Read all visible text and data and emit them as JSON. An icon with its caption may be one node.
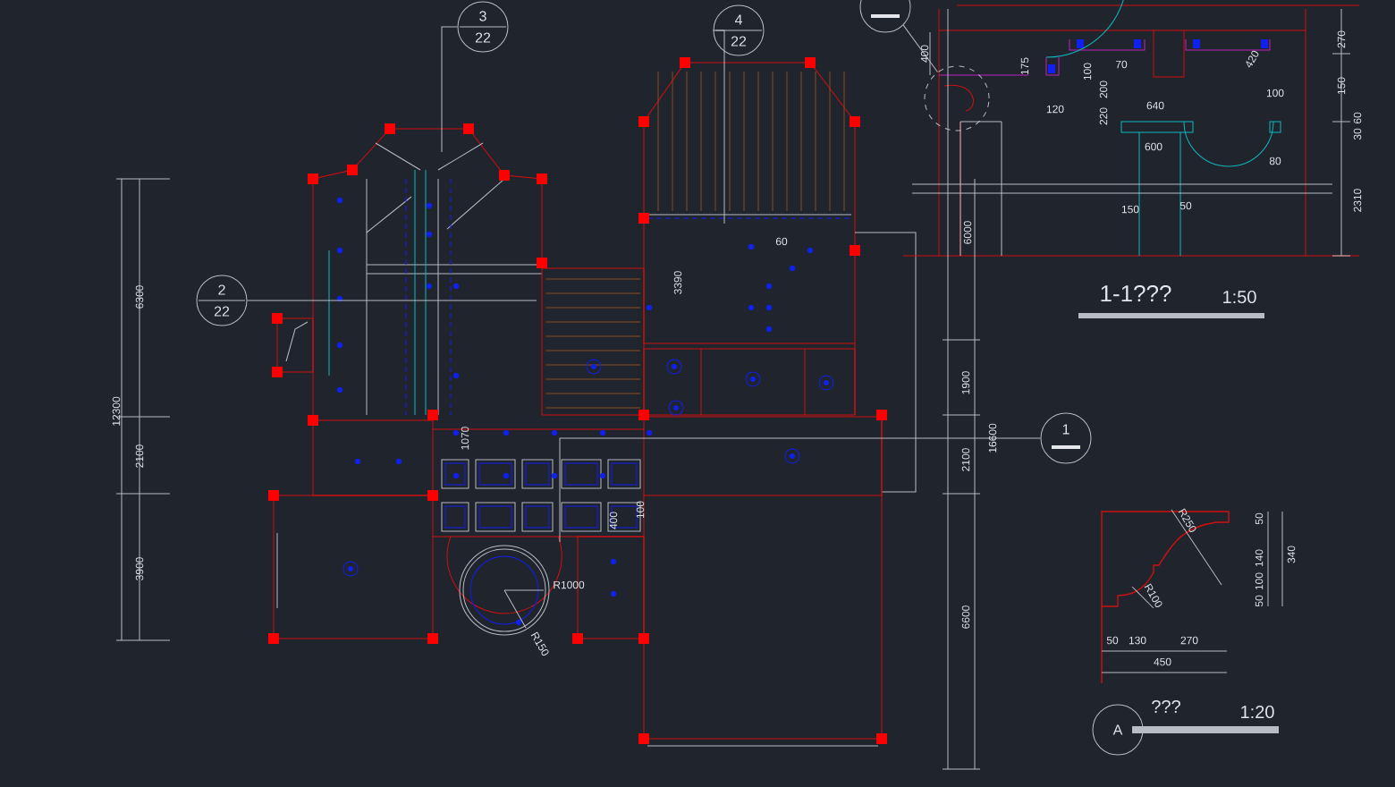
{
  "diagram": {
    "nodes": [
      {
        "text": [
          "3",
          "22"
        ]
      },
      {
        "text": [
          "4",
          "22"
        ]
      },
      {
        "text": [
          "2",
          "22"
        ]
      },
      {
        "text": [
          "1"
        ]
      },
      {
        "text": [],
        "shape": "circle"
      },
      {
        "text": [],
        "shape": "circle"
      },
      {
        "text": [
          "A"
        ]
      }
    ],
    "edges": [
      {
        "from": 0,
        "to": null,
        "arrow": "none"
      },
      {
        "from": 1,
        "to": null,
        "arrow": "none"
      },
      {
        "from": 2,
        "to": null,
        "arrow": "none"
      },
      {
        "from": 3,
        "to": null,
        "arrow": "none"
      },
      {
        "from": 4,
        "to": 5,
        "arrow": "none"
      }
    ],
    "labels": [
      "400",
      "175",
      "100",
      "70",
      "420",
      "270",
      "150",
      "120",
      "200",
      "220",
      "640",
      "100",
      "600",
      "60",
      "30",
      "80",
      "2310",
      "150",
      "50",
      "6000",
      "1-1???",
      "1:50",
      "6300",
      "12300",
      "2100",
      "3900",
      "60",
      "3390",
      "1070",
      "400",
      "100",
      "R1000",
      "R150",
      "1900",
      "2100",
      "16600",
      "6600",
      "R250",
      "50",
      "140",
      "340",
      "100",
      "R100",
      "50",
      "50",
      "130",
      "270",
      "450",
      "???",
      "1:20"
    ]
  }
}
